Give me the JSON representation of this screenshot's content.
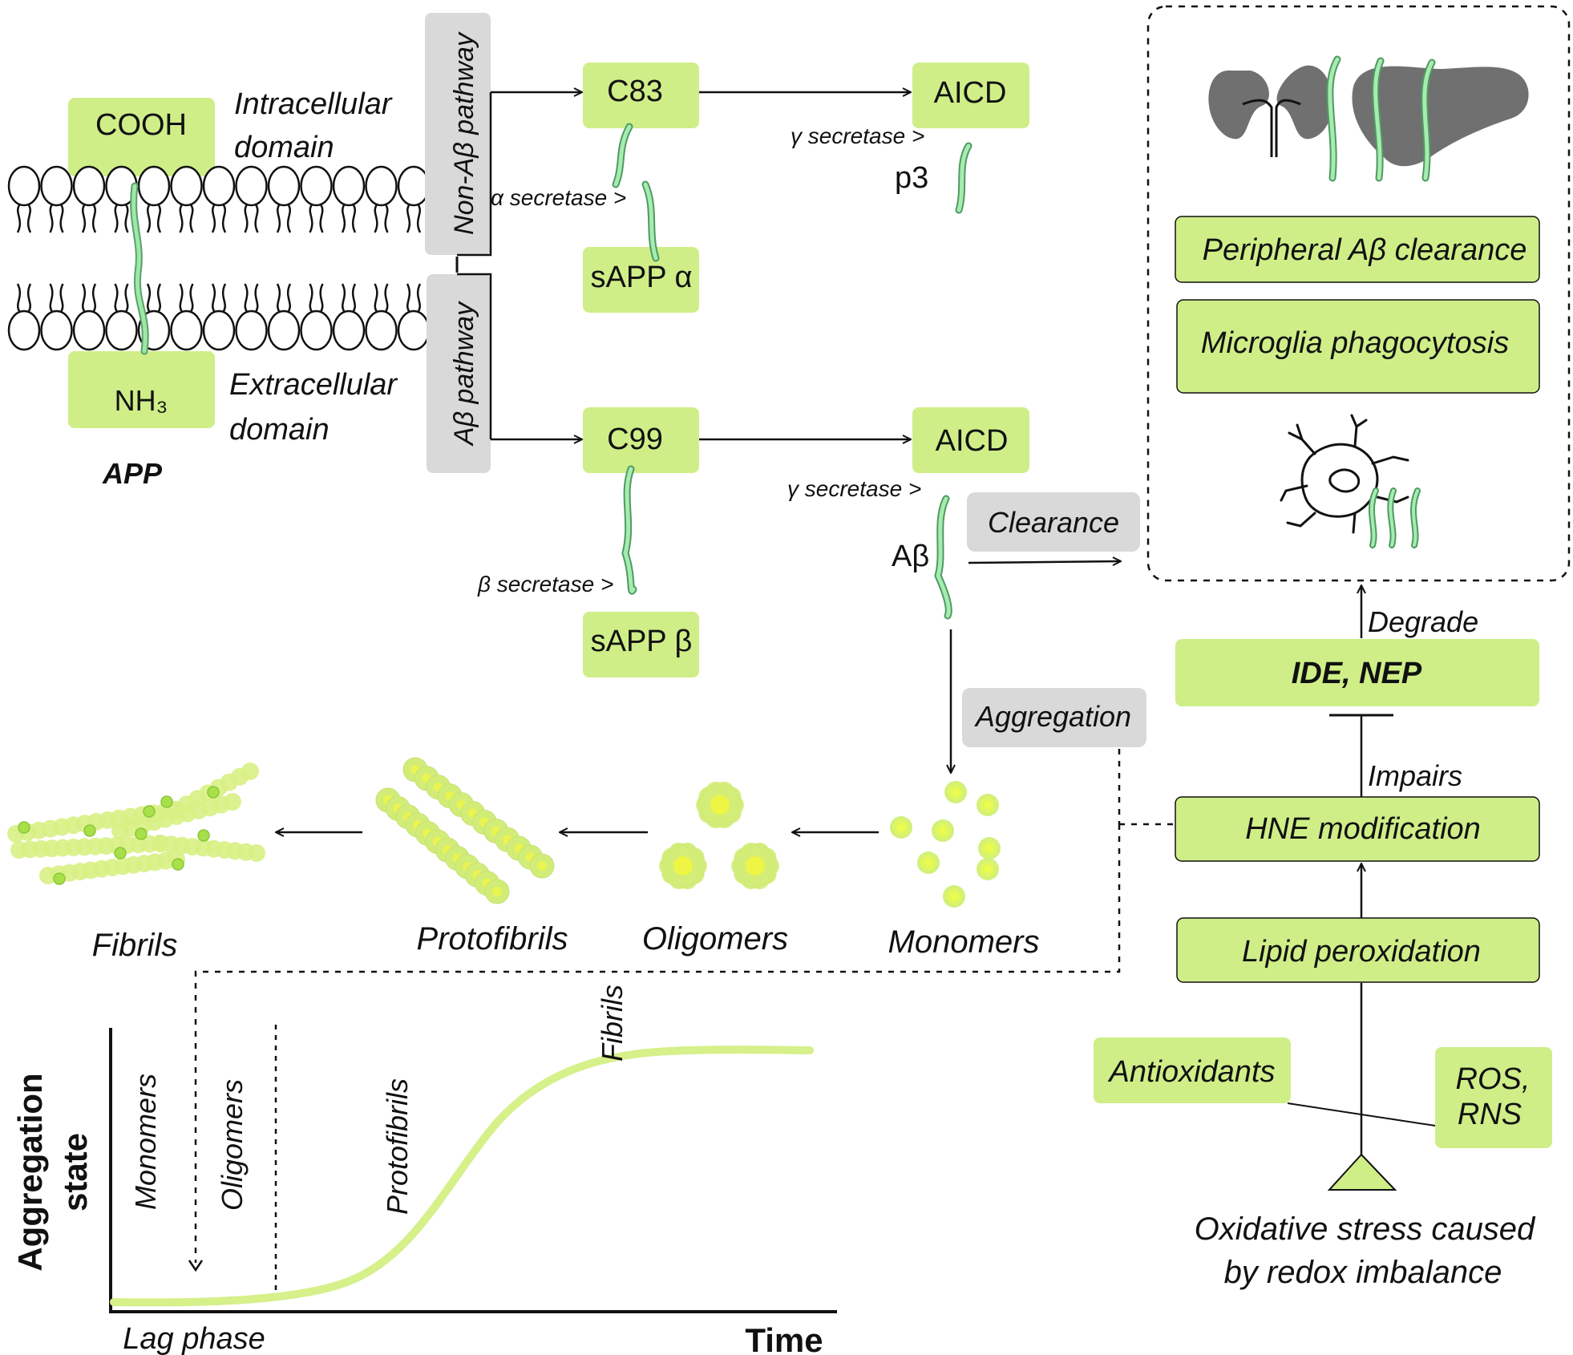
{
  "colors": {
    "box_green": "#cfee88",
    "box_green_stroke": "#9fc95a",
    "box_gray": "#d9d9d9",
    "peptide": "#8fd89a",
    "organ_gray": "#707070",
    "curve": "#ccee88",
    "particle": "#cfee70"
  },
  "membrane": {
    "cooh": "COOH",
    "nh3": "NH₃",
    "intracellular": [
      "Intracellular",
      "domain"
    ],
    "extracellular": [
      "Extracellular",
      "domain"
    ],
    "app": "APP"
  },
  "pathways": {
    "non_ab": "Non-Aβ pathway",
    "ab": "Aβ pathway"
  },
  "fragments": {
    "c83": "C83",
    "c99": "C99",
    "aicd_top": "AICD",
    "aicd_bottom": "AICD",
    "sapp_alpha": "sAPP α",
    "sapp_beta": "sAPP β",
    "p3": "p3",
    "abeta": "Aβ"
  },
  "enzymes": {
    "alpha": "α secretase >",
    "beta": "β secretase >",
    "gamma_top": "γ secretase >",
    "gamma_bottom": "γ secretase >"
  },
  "processes": {
    "clearance": "Clearance",
    "aggregation": "Aggregation",
    "degrade": "Degrade",
    "impairs": "Impairs"
  },
  "clearance_panel": {
    "peripheral": "Peripheral Aβ clearance",
    "microglia": "Microglia phagocytosis"
  },
  "oxidative": {
    "ide_nep": "IDE, NEP",
    "hne": "HNE modification",
    "lipid": "Lipid peroxidation",
    "antioxidants": "Antioxidants",
    "ros": [
      "ROS,",
      "RNS"
    ],
    "caption": [
      "Oxidative stress caused",
      "by redox imbalance"
    ]
  },
  "aggregates": {
    "monomers": "Monomers",
    "oligomers": "Oligomers",
    "protofibrils": "Protofibrils",
    "fibrils": "Fibrils"
  },
  "chart": {
    "y_label": [
      "Aggregation",
      "state"
    ],
    "x_label": "Time",
    "lag": "Lag phase",
    "stage_monomers": "Monomers",
    "stage_oligomers": "Oligomers",
    "stage_protofibrils": "Protofibrils",
    "stage_fibrils": "Fibrils"
  }
}
